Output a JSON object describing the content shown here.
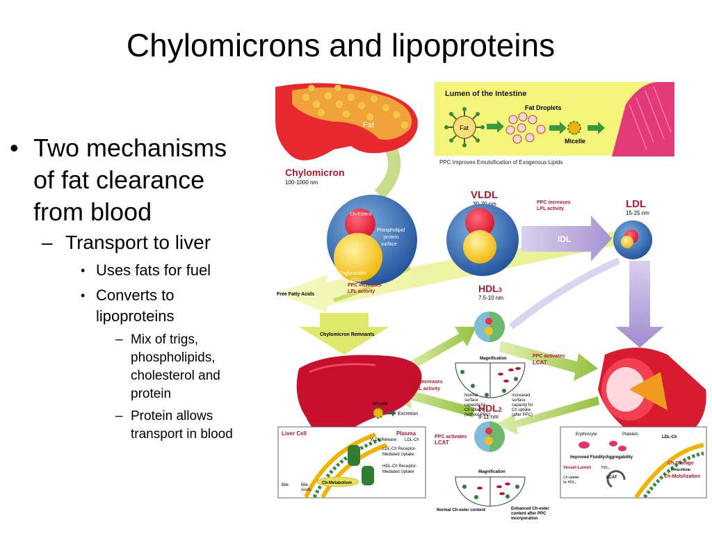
{
  "title": "Chylomicrons and lipoproteins",
  "bullets": {
    "b1": "Two mechanisms of fat clearance from blood",
    "b1_lines": [
      "Two mechanisms",
      "of fat clearance",
      "from blood"
    ],
    "b2a": "Transport to liver",
    "b3a": "Uses fats for fuel",
    "b3b_lines": [
      "Converts to",
      "lipoproteins"
    ],
    "b4a_lines": [
      "Mix of trigs,",
      "phospholipids,",
      "cholesterol and",
      "protein"
    ],
    "b4b_lines": [
      "Protein allows",
      "transport in blood"
    ],
    "dash": "–",
    "dot": "•"
  },
  "diagram": {
    "lumen_title": "Lumen of the Intestine",
    "fat_droplets": "Fat Droplets",
    "fat": "Fat",
    "micelle": "Micelle",
    "lumen_caption": "PPC Improves Emulsification of Exogenous Lipids",
    "chylomicron": "Chylomicron",
    "chylomicron_size": "100-1000 nm",
    "ch_esters": "Ch-Esters",
    "phospholipid_surface": [
      "Phospholipid",
      "protein",
      "surface"
    ],
    "triglycerides": [
      "Triglycerides",
      "(TG)"
    ],
    "vldl": "VLDL",
    "vldl_size": "30-70 nm",
    "ppc_lpl_top": [
      "PPC increases",
      "LPL activity"
    ],
    "idl": "IDL",
    "ldl": "LDL",
    "ldl_size": "15-25 nm",
    "ppc_lpl_mid": [
      "PPC increases",
      "LPL activity"
    ],
    "free_fatty_acids": "Free Fatty Acids",
    "hdl3": "HDL",
    "hdl3_sub": "3",
    "hdl3_size": "7.5-10 nm",
    "chylomicron_remnants": "Chylomicron Remnants",
    "magnification": "Magnification",
    "ppc_lcat_top": [
      "PPC activates",
      "LCAT"
    ],
    "ppc_htgl": [
      "PPC increases",
      "HTGL activity"
    ],
    "normal_surface": [
      "Normal",
      "surface",
      "capacity for",
      "Ch uptake",
      "(without PPC)"
    ],
    "increased_surface": [
      "Increased",
      "surface",
      "capacity for",
      "Ch uptake",
      "(after PPC)"
    ],
    "hdl2": "HDL",
    "hdl2_sub": "2",
    "hdl2_size": "8-11 nm",
    "excretion": "Excretion",
    "ppc_lcat_bottom": [
      "PPC activates",
      "LCAT"
    ],
    "liver_cell": "Liver Cell",
    "plasma": "Plasma",
    "vldl_release": "VLDL Release",
    "ldl_ch": "LDL-Ch",
    "ldl_receptor": [
      "LDL-Ch Receptor-",
      "Mediated Uptake"
    ],
    "hdl_receptor": [
      "HDL-Ch Receptor-",
      "Mediated Uptake"
    ],
    "bile": "Bile",
    "bile_acids": [
      "Bile",
      "Acids"
    ],
    "ch_metabolism": "Ch-Metabolism",
    "normal_ch_ester": "Normal Ch-ester content",
    "enhanced_ch_ester": [
      "Enhanced Ch-ester",
      "content after PPC",
      "incorporation"
    ],
    "erythrocyte": "Erythrocyte",
    "platelets": "Platelets",
    "ldl_ch_right": "LDL-Ch",
    "improved_fluidity": "Improved Fluidity/Aggregability",
    "vessel_lumen": "Vessel-Lumen",
    "hdl_small": "HDL₂",
    "ch_storage": "Ch-Storage",
    "intracellular": "intracellular",
    "ch_mobilization": "Ch-Mobilization",
    "ch_uptake": [
      "Ch-uptake",
      "by HDL₂"
    ],
    "lcat": "LCAT"
  }
}
